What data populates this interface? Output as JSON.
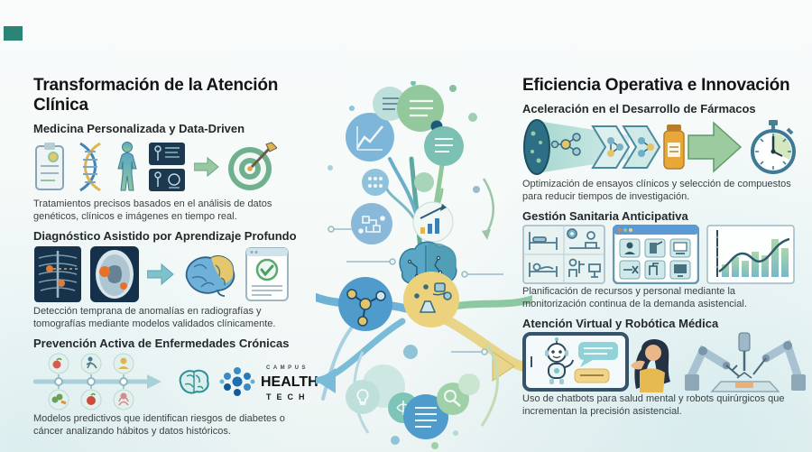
{
  "left_column": {
    "title": "Transformación de la Atención Clínica",
    "sections": [
      {
        "heading": "Medicina Personalizada y Data-Driven",
        "body": "Tratamientos precisos basados en el análisis de datos genéticos, clínicos e imágenes en tiempo real."
      },
      {
        "heading": "Diagnóstico Asistido por Aprendizaje Profundo",
        "body": "Detección temprana de anomalías en radiografías y tomografías mediante modelos validados clínicamente."
      },
      {
        "heading": "Prevención Activa de Enfermedades Crónicas",
        "body": "Modelos predictivos que identifican riesgos de diabetes o cáncer analizando hábitos y datos históricos."
      }
    ]
  },
  "right_column": {
    "title": "Eficiencia Operativa e Innovación",
    "sections": [
      {
        "heading": "Aceleración en el Desarrollo de Fármacos",
        "body": "Optimización de ensayos clínicos y selección de compuestos para reducir tiempos de investigación."
      },
      {
        "heading": "Gestión Sanitaria Anticipativa",
        "body": "Planificación de recursos y personal mediante la monitorización continua de la demanda asistencial."
      },
      {
        "heading": "Atención Virtual y Robótica Médica",
        "body": "Uso de chatbots para salud mental y robots quirúrgicos que incrementan la precisión asistencial."
      }
    ]
  },
  "logo": {
    "campus": "CAMPUS",
    "health": "HEALTH",
    "tech": "TECH"
  },
  "icons": {
    "left_row1": [
      "clipboard-icon",
      "dna-helix-icon",
      "human-silhouette-icon",
      "scan-panels-icon",
      "arrow-right-icon",
      "target-dart-icon"
    ],
    "left_row2": [
      "chest-xray-icon",
      "brain-scan-icon",
      "arrow-right-icon",
      "brain-icon",
      "report-check-icon"
    ],
    "left_row3": [
      "habits-timeline-icon",
      "mini-brain-icon",
      "health-tech-logo"
    ],
    "right_row1": [
      "compound-funnel-pipeline-icon",
      "stopwatch-icon"
    ],
    "right_row2": [
      "hospital-ward-grid-icon",
      "staff-dashboard-icon",
      "demand-chart-icon"
    ],
    "right_row3": [
      "chatbot-tablet-icon",
      "patient-woman-icon",
      "surgical-robot-arms-icon"
    ]
  },
  "colors": {
    "corner_accent": "#2a8577",
    "heading_text": "#131416",
    "body_text": "#3b4145",
    "dark_panel": "#17334b",
    "anomaly_orange": "#e8813a",
    "brain_blue": "#5aa6c6",
    "brain_yellow": "#e6c86c",
    "arrow_green": "#97c8a2",
    "arrow_teal": "#7fc2cc",
    "branch_blue": "#6fb2d6",
    "branch_green": "#8cc8a0",
    "branch_yellow": "#e8d58a",
    "bottle_orange": "#e8a838",
    "logo_blue": "#1f6fb0"
  }
}
